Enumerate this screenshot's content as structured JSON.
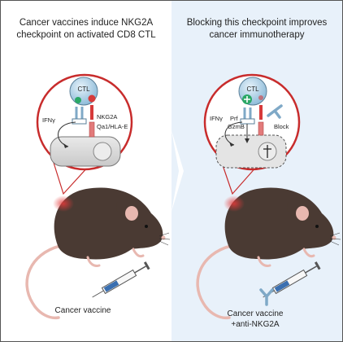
{
  "left_panel": {
    "title_line1": "Cancer vaccines induce NKG2A",
    "title_line2": "checkpoint on activated CD8 CTL",
    "cell_label": "CTL",
    "ifng_label": "IFNγ",
    "receptor_label": "NKG2A",
    "ligand_label": "Qa1/HLA-E",
    "caption": "Cancer vaccine"
  },
  "right_panel": {
    "title_line1": "Blocking this checkpoint improves",
    "title_line2": "cancer immunotherapy",
    "cell_label": "CTL",
    "ifng_label": "IFNγ",
    "prf_label": "Prf",
    "gzmb_label": "GzmB",
    "block_label": "Block",
    "caption_line1": "Cancer vaccine",
    "caption_line2": "+anti-NKG2A"
  },
  "colors": {
    "left_bg": "#ffffff",
    "right_bg": "#e8f1fa",
    "highlight_red": "#d63a3a",
    "ctl_blue": "#a9cde4",
    "tumor_gray": "#d8d8d8",
    "mouse_brown": "#4a3a33",
    "mouse_pink": "#e8b8b0",
    "divider_arrow": "#ffffff"
  }
}
